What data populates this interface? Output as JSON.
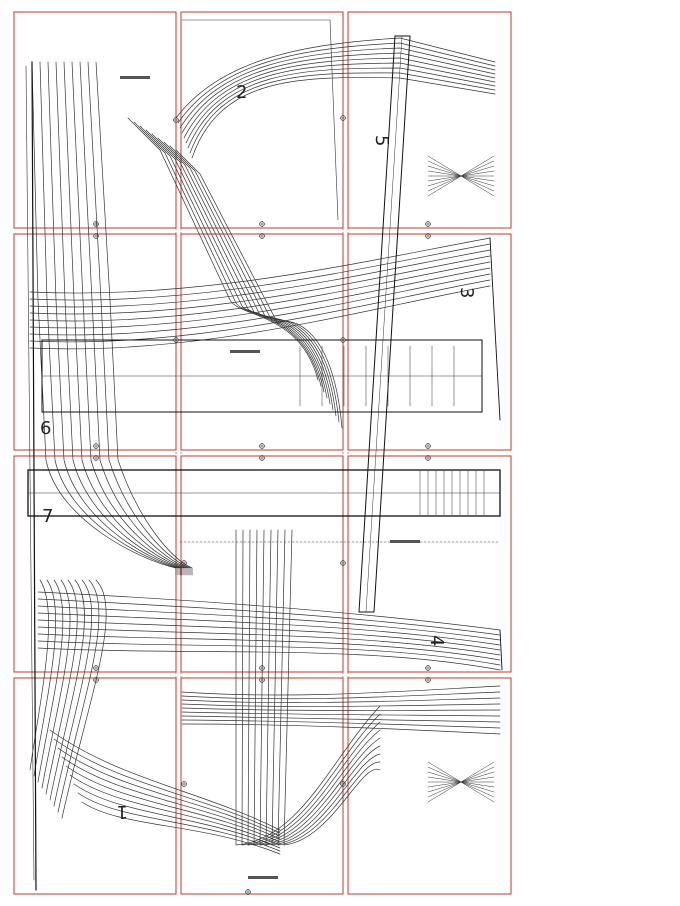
{
  "title": "",
  "colors": {
    "paper": "#ffffff",
    "tile_border": "#c0392b",
    "line": "#333333",
    "heavy_line": "#111111",
    "label": "#222222"
  },
  "tiles": {
    "columns": 3,
    "rows": 4
  },
  "pieces": [
    {
      "id": "1",
      "label": "1",
      "rotated": true
    },
    {
      "id": "2",
      "label": "2",
      "rotated": false
    },
    {
      "id": "3",
      "label": "3",
      "rotated": true
    },
    {
      "id": "4",
      "label": "4",
      "rotated": true
    },
    {
      "id": "5",
      "label": "5",
      "rotated": true
    },
    {
      "id": "6",
      "label": "6",
      "rotated": false
    },
    {
      "id": "7",
      "label": "7",
      "rotated": false
    }
  ],
  "size_lines": {
    "count": 9
  },
  "icons": [
    "registration-mark-icon",
    "alignment-triangle-icon"
  ]
}
